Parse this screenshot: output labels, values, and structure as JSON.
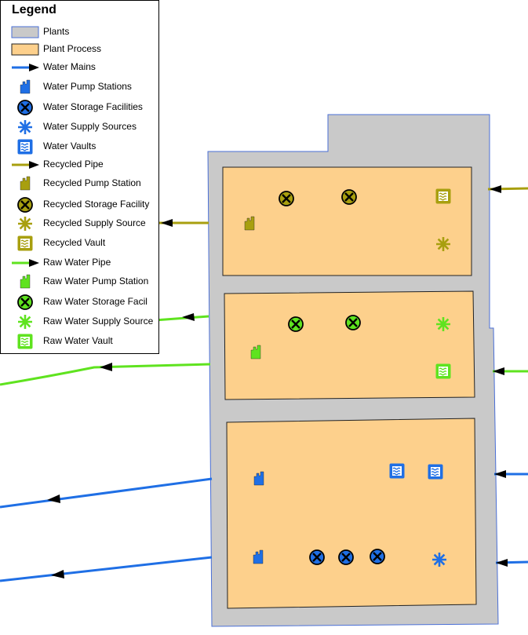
{
  "colors": {
    "plant_fill": "#c9c9c9",
    "plant_stroke": "#4a6fd6",
    "process_fill": "#fdd08c",
    "process_stroke": "#222222",
    "water": "#1f6fe5",
    "recycled": "#a89f0f",
    "raw": "#5fe31f"
  },
  "legend": {
    "title": "Legend",
    "items": [
      {
        "label": "Plants",
        "symbol": "plant-box"
      },
      {
        "label": "Plant Process",
        "symbol": "process-box"
      },
      {
        "label": "Water Mains",
        "symbol": "pipe-arrow",
        "color": "water"
      },
      {
        "label": "Water Pump Stations",
        "symbol": "pump-station",
        "color": "water"
      },
      {
        "label": "Water Storage Facilities",
        "symbol": "storage-facility",
        "color": "water"
      },
      {
        "label": "Water Supply Sources",
        "symbol": "supply-source",
        "color": "water"
      },
      {
        "label": "Water Vaults",
        "symbol": "vault",
        "color": "water"
      },
      {
        "label": "Recycled Pipe",
        "symbol": "pipe-arrow",
        "color": "recycled"
      },
      {
        "label": "Recycled Pump Station",
        "symbol": "pump-station",
        "color": "recycled"
      },
      {
        "label": "Recycled Storage Facility",
        "symbol": "storage-facility",
        "color": "recycled"
      },
      {
        "label": "Recycled Supply Source",
        "symbol": "supply-source",
        "color": "recycled"
      },
      {
        "label": "Recycled Vault",
        "symbol": "vault",
        "color": "recycled"
      },
      {
        "label": "Raw Water Pipe",
        "symbol": "pipe-arrow",
        "color": "raw"
      },
      {
        "label": "Raw Water Pump Station",
        "symbol": "pump-station",
        "color": "raw"
      },
      {
        "label": "Raw Water Storage Facil",
        "symbol": "storage-facility",
        "color": "raw"
      },
      {
        "label": "Raw Water Supply Source",
        "symbol": "supply-source",
        "color": "raw"
      },
      {
        "label": "Raw Water Vault",
        "symbol": "vault",
        "color": "raw"
      }
    ]
  }
}
